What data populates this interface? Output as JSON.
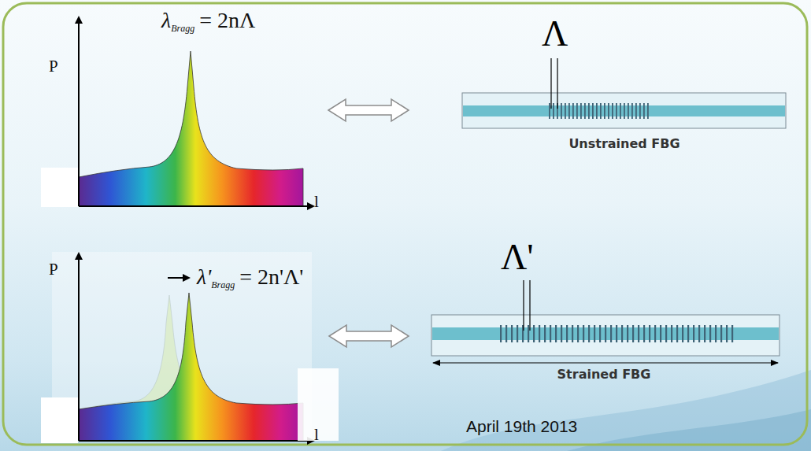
{
  "diagram": {
    "nodes": [
      {
        "text": [
          "P",
          "l",
          "λ",
          "Bragg",
          "= 2nΛ"
        ]
      },
      {
        "text": [
          "Λ",
          "Unstrained FBG"
        ]
      },
      {
        "text": [
          "P",
          "l",
          "λ'",
          "Bragg",
          "= 2n'Λ'"
        ]
      },
      {
        "text": [
          "Λ'",
          "Strained FBG"
        ]
      }
    ],
    "edges": [
      {
        "from": 0,
        "to": 1,
        "arrow": "both"
      },
      {
        "from": 2,
        "to": 3,
        "arrow": "both"
      }
    ],
    "labels": [
      "April 19th 2013"
    ]
  }
}
